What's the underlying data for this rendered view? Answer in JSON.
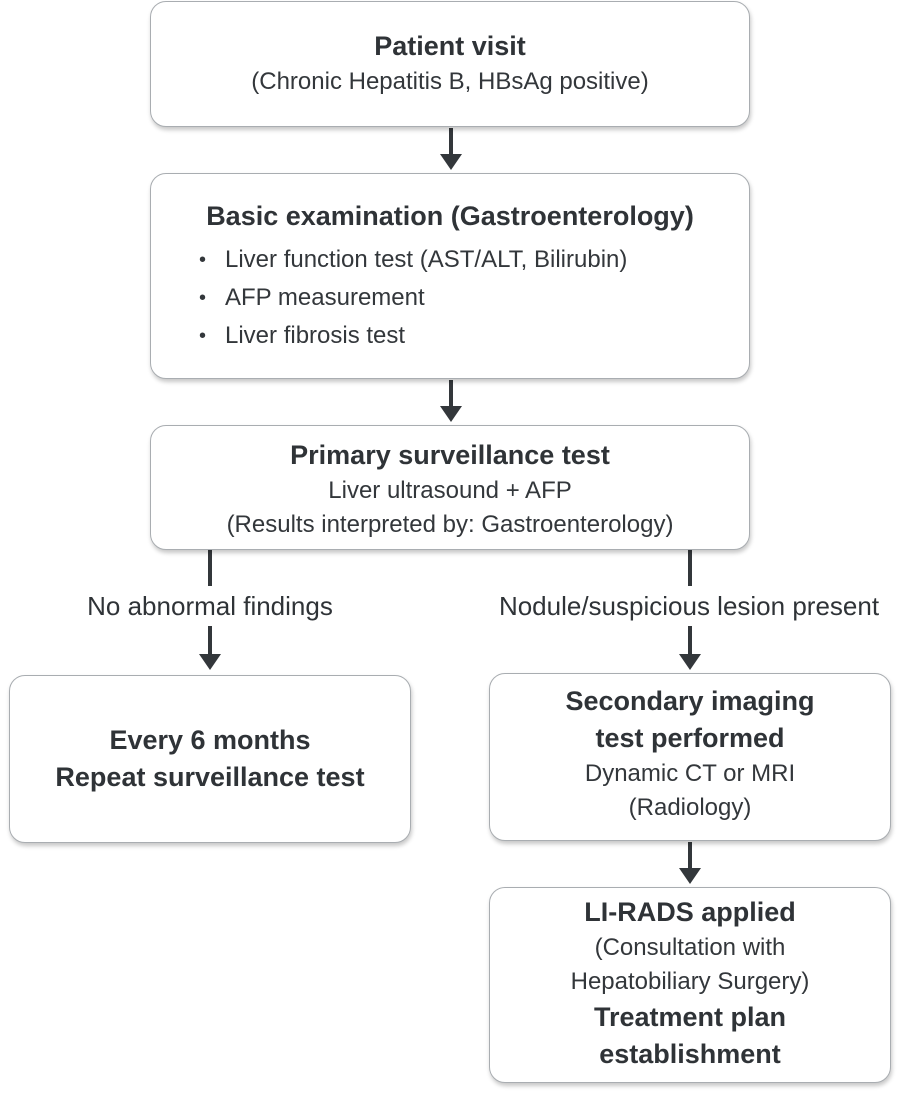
{
  "patient_visit": {
    "title": "Patient visit",
    "subtitle": "(Chronic Hepatitis B, HBsAg positive)"
  },
  "basic_exam": {
    "title": "Basic examination (Gastroenterology)",
    "items": [
      "Liver function test (AST/ALT, Bilirubin)",
      "AFP measurement",
      "Liver fibrosis test"
    ]
  },
  "primary_test": {
    "title": "Primary surveillance test",
    "line1": "Liver ultrasound + AFP",
    "line2": "(Results interpreted by: Gastroenterology)"
  },
  "branches": {
    "left_label": "No abnormal findings",
    "right_label": "Nodule/suspicious lesion present"
  },
  "repeat_box": {
    "line1": "Every 6 months",
    "line2": "Repeat surveillance test"
  },
  "secondary_box": {
    "title_line1": "Secondary imaging",
    "title_line2": "test performed",
    "line1": "Dynamic CT or MRI",
    "line2": "(Radiology)"
  },
  "lirads_box": {
    "title": "LI-RADS applied",
    "line1": "(Consultation with",
    "line2": "Hepatobiliary Surgery)",
    "bold_line1": "Treatment plan",
    "bold_line2": "establishment"
  },
  "colors": {
    "box_border": "#a9adb1",
    "text": "#2f3337",
    "arrow": "#33373b"
  }
}
